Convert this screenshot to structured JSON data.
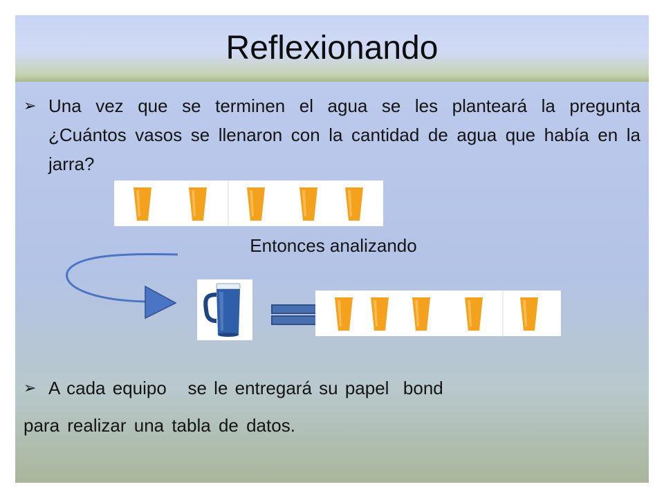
{
  "slide": {
    "title": "Reflexionando",
    "bullet1": "Una vez que se terminen el agua se les planteará la pregunta ¿Cuántos vasos se llenaron con la cantidad de agua que había en la jarra?",
    "middle_caption": "Entonces analizando",
    "bullet2_line1": "A cada equipo   se le entregará su papel  bond",
    "bullet2_line2": "para realizar una tabla de datos."
  },
  "colors": {
    "cup": "#f4a21e",
    "jug": "#2f5fa8",
    "arrow": "#4a74c4"
  },
  "icons": {
    "bullet": "arrow-bullet-icon",
    "cup": "orange-cup-icon",
    "jug": "blue-pitcher-icon",
    "equals": "equals-icon",
    "arrow": "curved-arrow-icon"
  }
}
